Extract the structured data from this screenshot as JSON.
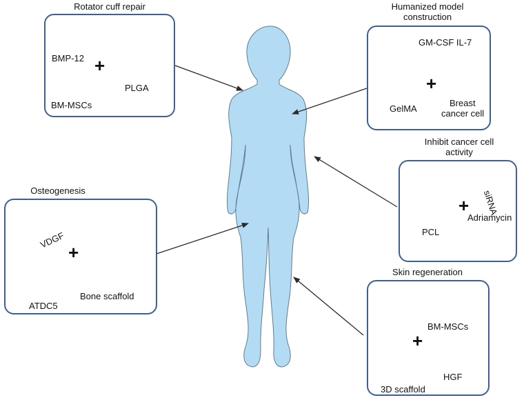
{
  "panels": {
    "rotator": {
      "title": "Rotator cuff repair",
      "items": {
        "growth_factor": "BMP-12",
        "cells": "BM-MSCs",
        "scaffold": "PLGA"
      }
    },
    "humanized": {
      "title_line1": "Humanized model",
      "title_line2": "construction",
      "items": {
        "cytokines": "GM-CSF IL-7",
        "scaffold": "GelMA",
        "cells_line1": "Breast",
        "cells_line2": "cancer cell"
      }
    },
    "inhibit": {
      "title_line1": "Inhibit cancer cell",
      "title_line2": "activity",
      "items": {
        "gene": "siRNA",
        "scaffold": "PCL",
        "drug": "Adriamycin"
      }
    },
    "osteogenesis": {
      "title": "Osteogenesis",
      "items": {
        "growth_factor": "VDGF",
        "cells": "ATDC5",
        "scaffold": "Bone scaffold"
      }
    },
    "skin": {
      "title": "Skin regeneration",
      "items": {
        "scaffold": "3D scaffold",
        "cells": "BM-MSCs",
        "growth_factor": "HGF"
      }
    }
  },
  "symbols": {
    "plus": "+"
  },
  "colors": {
    "body": "#b3dcf4",
    "panel_border": "#3d5f98",
    "bmp": "#f4d060",
    "cell_outer": "#f6d98a",
    "cell_nucleus": "#2d9ccf",
    "cancer_outer": "#f2b07a",
    "cancer_nucleus": "#1f8ac4",
    "gmcsf": "#f1c7ae",
    "il7": "#c8c0dc",
    "hgf": "#8fb7a4",
    "plga": "#d8c28a",
    "scaffold_dark": "#1f2a33"
  }
}
